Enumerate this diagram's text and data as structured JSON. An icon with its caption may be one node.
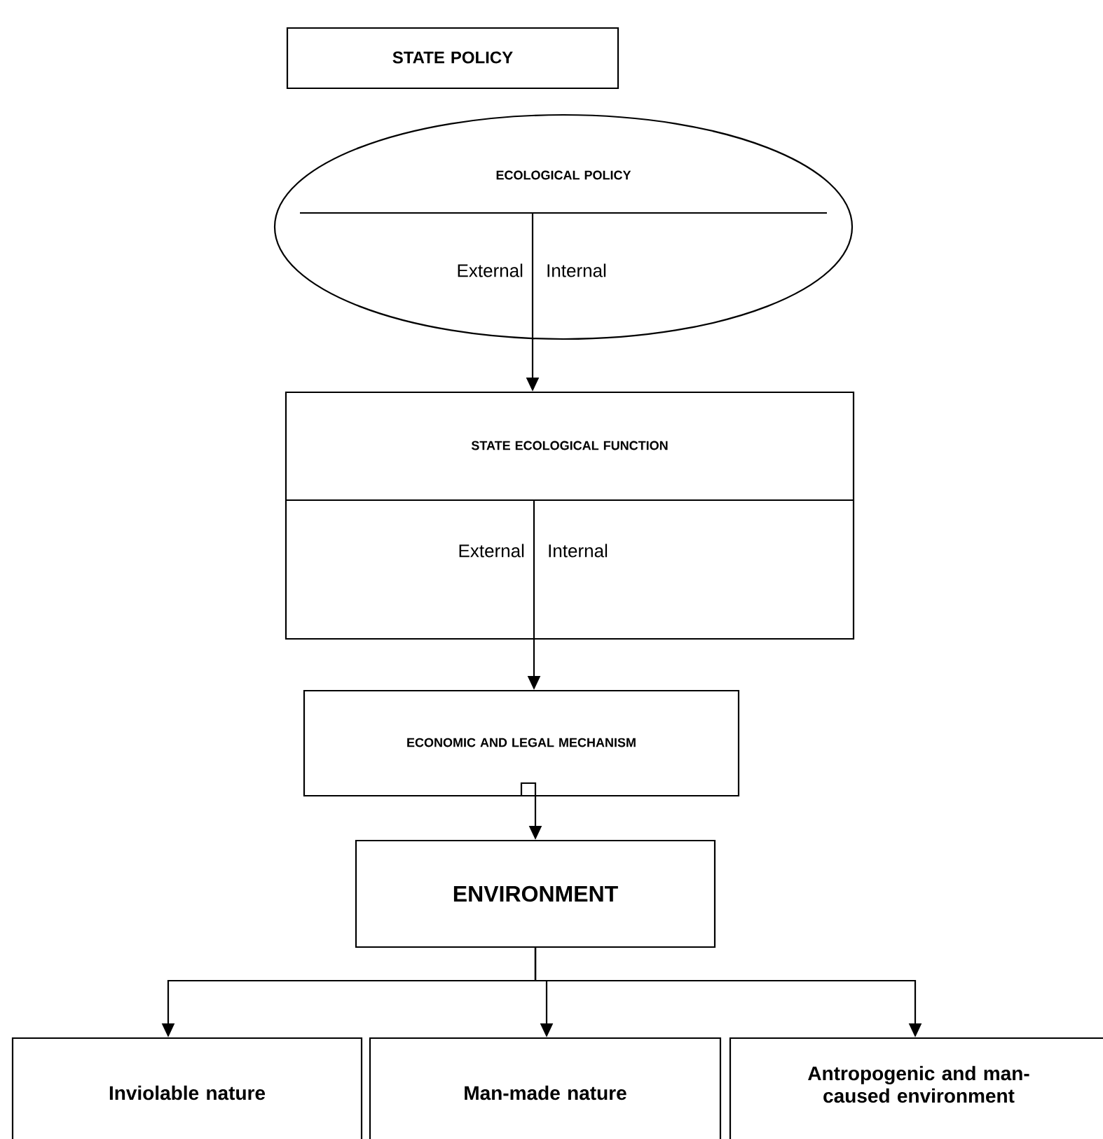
{
  "diagram": {
    "nodes": [
      {
        "text": [
          "STATE POLICY"
        ]
      },
      {
        "text": [
          "ECOLOGICAL POLICY",
          "External",
          "Internal"
        ]
      },
      {
        "text": [
          "STATE ECOLOGICAL FUNCTION",
          "External",
          "Internal"
        ]
      },
      {
        "text": [
          "ECONOMIC AND LEGAL MECHANISM"
        ]
      },
      {
        "text": [
          "ENVIRONMENT"
        ]
      },
      {
        "text": [
          "Inviolable nature"
        ]
      },
      {
        "text": [
          "Man-made nature"
        ]
      },
      {
        "text": [
          "Antropogenic and man-caused environment"
        ]
      }
    ],
    "edges": [
      {
        "from": 1,
        "to": 2,
        "arrow": "to"
      },
      {
        "from": 2,
        "to": 3,
        "arrow": "to"
      },
      {
        "from": 3,
        "to": 4,
        "arrow": "to"
      },
      {
        "from": 4,
        "to": 5,
        "arrow": "to"
      },
      {
        "from": 4,
        "to": 6,
        "arrow": "to"
      },
      {
        "from": 4,
        "to": 7,
        "arrow": "to"
      }
    ]
  }
}
